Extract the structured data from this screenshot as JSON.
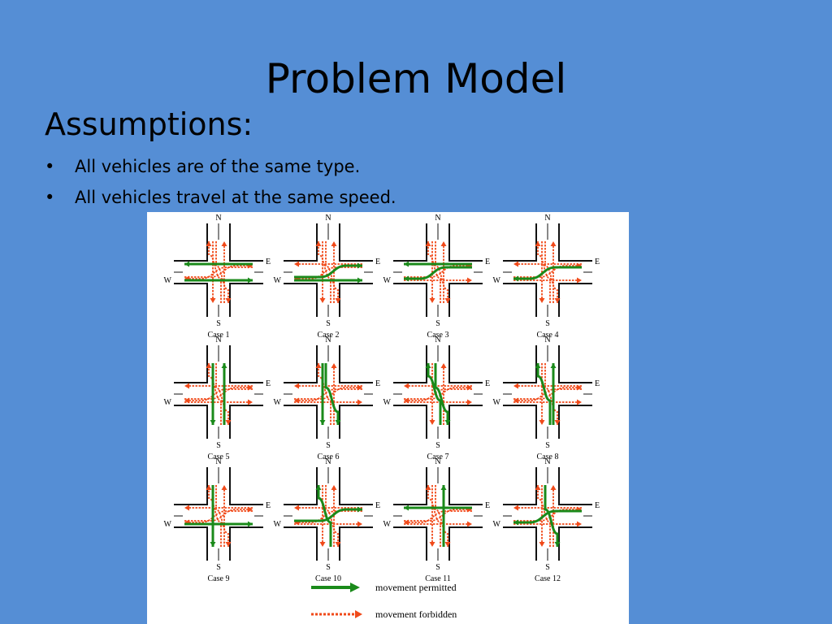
{
  "slide": {
    "title": "Problem Model",
    "subtitle": "Assumptions:",
    "bullet_glyph": "•",
    "bullets": [
      "All vehicles are of the same type.",
      "All vehicles travel at the same speed."
    ]
  },
  "figure": {
    "directions": {
      "north": "N",
      "south": "S",
      "east": "E",
      "west": "W"
    },
    "cases": [
      {
        "label": "Case 1",
        "permitted": [
          "w-through",
          "e-through"
        ]
      },
      {
        "label": "Case 2",
        "permitted": [
          "w-through",
          "w-left"
        ]
      },
      {
        "label": "Case 3",
        "permitted": [
          "e-through",
          "e-left"
        ]
      },
      {
        "label": "Case 4",
        "permitted": [
          "e-left"
        ]
      },
      {
        "label": "Case 5",
        "permitted": [
          "n-through",
          "s-through"
        ]
      },
      {
        "label": "Case 6",
        "permitted": [
          "n-through",
          "n-left"
        ]
      },
      {
        "label": "Case 7",
        "permitted": [
          "n-left",
          "s-left"
        ]
      },
      {
        "label": "Case 8",
        "permitted": [
          "s-through",
          "s-left"
        ]
      },
      {
        "label": "Case 9",
        "permitted": [
          "n-through",
          "w-through"
        ]
      },
      {
        "label": "Case 10",
        "permitted": [
          "w-left",
          "s-left"
        ]
      },
      {
        "label": "Case 11",
        "permitted": [
          "e-through",
          "s-through"
        ]
      },
      {
        "label": "Case 12",
        "permitted": [
          "n-left",
          "e-left"
        ]
      }
    ],
    "legend": {
      "permitted_label": "movement permitted",
      "forbidden_label": "movement forbidden"
    },
    "colors": {
      "permitted": "#1a8a1a",
      "forbidden": "#f04a1a",
      "road": "#111111",
      "slide_background": "#558ed5"
    }
  }
}
